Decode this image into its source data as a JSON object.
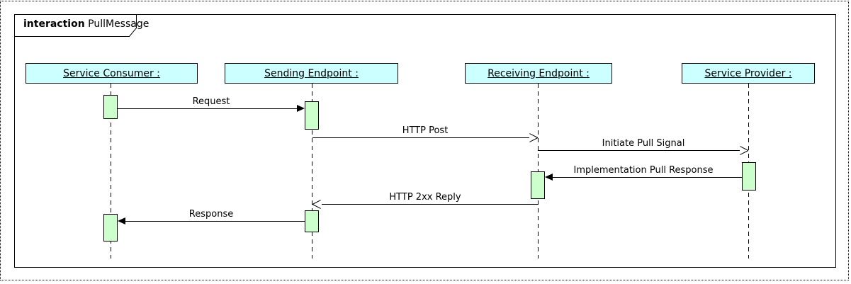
{
  "frame": {
    "keyword": "interaction",
    "name": "PullMessage"
  },
  "lifelines": [
    {
      "label": "Service Consumer :"
    },
    {
      "label": "Sending Endpoint :"
    },
    {
      "label": "Receiving Endpoint :"
    },
    {
      "label": "Service Provider :"
    }
  ],
  "messages": [
    {
      "label": "Request",
      "from": "Service Consumer",
      "to": "Sending Endpoint",
      "arrowhead": "filled"
    },
    {
      "label": "HTTP Post",
      "from": "Sending Endpoint",
      "to": "Receiving Endpoint",
      "arrowhead": "open"
    },
    {
      "label": "Initiate Pull Signal",
      "from": "Receiving Endpoint",
      "to": "Service Provider",
      "arrowhead": "open"
    },
    {
      "label": "Implementation Pull Response",
      "from": "Service Provider",
      "to": "Receiving Endpoint",
      "arrowhead": "filled"
    },
    {
      "label": "HTTP 2xx Reply",
      "from": "Receiving Endpoint",
      "to": "Sending Endpoint",
      "arrowhead": "open"
    },
    {
      "label": "Response",
      "from": "Sending Endpoint",
      "to": "Service Consumer",
      "arrowhead": "filled"
    }
  ],
  "colors": {
    "participant_fill": "#CCFFFF",
    "activation_fill": "#CCFFCC",
    "line": "#000000",
    "background": "#FFFFFF"
  }
}
